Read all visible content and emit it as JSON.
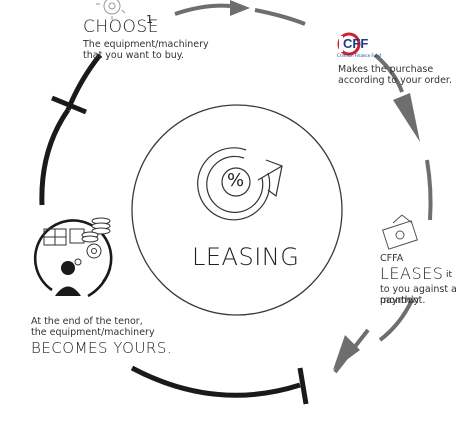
{
  "center": {
    "label": "LEASING",
    "icon_symbol": "%"
  },
  "step_choose": {
    "title": "CHOOSE",
    "number": "1",
    "description_line1": "The equipment/machinery",
    "description_line2": "that you want to buy."
  },
  "step_purchase": {
    "logo_text": "CFF",
    "logo_subtext": "Crimson Finance Fund",
    "description_line1": "Makes the purchase",
    "description_line2": "according to your order."
  },
  "step_lease": {
    "prefix": "CFFA",
    "title": "LEASES",
    "suffix": "it",
    "description_line1": "to you against a monthly",
    "description_line2": "payment."
  },
  "step_yours": {
    "description_line1": "At the end of the tenor,",
    "description_line2": "the equipment/machinery",
    "title": "BECOMES YOURS."
  },
  "colors": {
    "arc_dark": "#1a1a1a",
    "arrow_grey": "#6e6e6e",
    "logo_red": "#c8232c",
    "logo_blue": "#1f3a8a"
  },
  "icons": [
    "gear-icon",
    "percent-cycle-icon",
    "cff-logo",
    "money-note-icon",
    "user-with-equipment-icon",
    "coins-icon"
  ]
}
